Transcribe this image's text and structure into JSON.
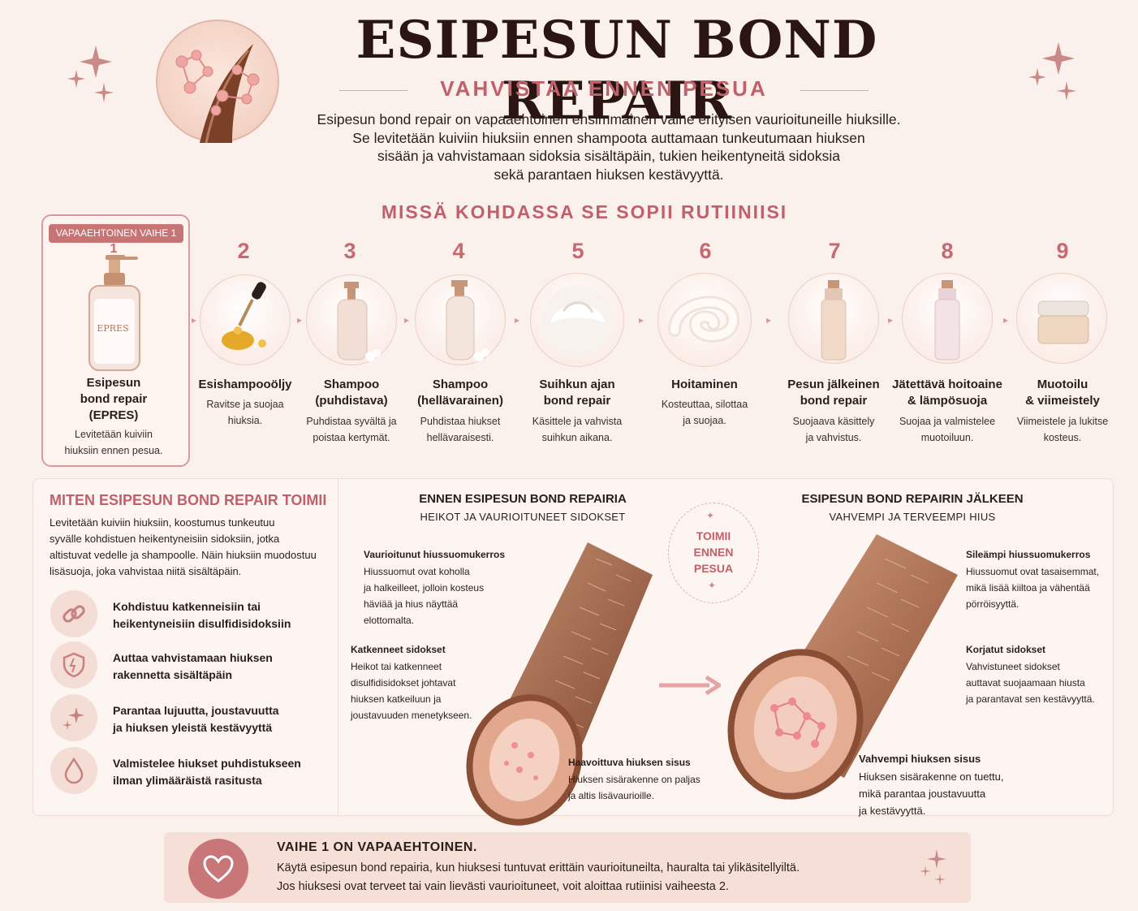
{
  "header": {
    "title": "ESIPESUN BOND REPAIR",
    "subtitle": "VAHVISTAA ENNEN PESUA",
    "intro_lines": [
      "Esipesun bond repair on vapaaehtoinen ensimmäinen vaihe erityisen vaurioituneille hiuksille.",
      "Se levitetään kuiviin hiuksiin ennen shampoota auttamaan tunkeutumaan hiuksen",
      "sisään ja vahvistamaan sidoksia sisältäpäin, tukien heikentyneitä sidoksia",
      "sekä parantaen hiuksen kestävyyttä."
    ]
  },
  "routine": {
    "title": "MISSÄ KOHDASSA SE SOPII RUTIINIISI",
    "optional_badge": "VAPAAEHTOINEN VAIHE 1",
    "product_label": "EPRES",
    "steps": [
      {
        "num": "1",
        "name_lines": [
          "Esipesun",
          "bond repair",
          "(EPRES)"
        ],
        "desc_lines": [
          "Levitetään kuiviin",
          "hiuksiin ennen pesua."
        ],
        "icon": "epres-bottle-icon"
      },
      {
        "num": "2",
        "name_lines": [
          "Esishampooöljy"
        ],
        "desc_lines": [
          "Ravitse ja suojaa",
          "hiuksia."
        ],
        "icon": "oil-dropper-icon"
      },
      {
        "num": "3",
        "name_lines": [
          "Shampoo",
          "(puhdistava)"
        ],
        "desc_lines": [
          "Puhdistaa syvältä ja",
          "poistaa kertymät."
        ],
        "icon": "shampoo-bottle-icon"
      },
      {
        "num": "4",
        "name_lines": [
          "Shampoo",
          "(hellävarainen)"
        ],
        "desc_lines": [
          "Puhdistaa hiukset",
          "hellävaraisesti."
        ],
        "icon": "gentle-shampoo-icon"
      },
      {
        "num": "5",
        "name_lines": [
          "Suihkun ajan",
          "bond repair"
        ],
        "desc_lines": [
          "Käsittele ja vahvista",
          "suihkun aikana."
        ],
        "icon": "cream-icon"
      },
      {
        "num": "6",
        "name_lines": [
          "Hoitaminen"
        ],
        "desc_lines": [
          "Kosteuttaa, silottaa",
          "ja suojaa."
        ],
        "icon": "conditioner-swirl-icon"
      },
      {
        "num": "7",
        "name_lines": [
          "Pesun jälkeinen",
          "bond repair"
        ],
        "desc_lines": [
          "Suojaava käsittely",
          "ja vahvistus."
        ],
        "icon": "spray-bottle-icon"
      },
      {
        "num": "8",
        "name_lines": [
          "Jätettävä hoitoaine",
          "& lämpösuoja"
        ],
        "desc_lines": [
          "Suojaa ja valmistelee",
          "muotoiluun."
        ],
        "icon": "leave-in-spray-icon"
      },
      {
        "num": "9",
        "name_lines": [
          "Muotoilu",
          "& viimeistely"
        ],
        "desc_lines": [
          "Viimeistele ja lukitse",
          "kosteus."
        ],
        "icon": "styling-jar-icon"
      }
    ]
  },
  "how": {
    "title": "MITEN ESIPESUN BOND REPAIR TOIMII",
    "text_lines": [
      "Levitetään kuiviin hiuksiin, koostumus tunkeutuu",
      "syvälle kohdistuen heikentyneisiin sidoksiin, jotka",
      "altistuvat vedelle ja shampoolle. Näin hiuksiin muodostuu",
      "lisäsuoja, joka vahvistaa niitä sisältäpäin."
    ],
    "features": [
      {
        "icon": "link-icon",
        "lines": [
          "Kohdistuu katkenneisiin tai",
          "heikentyneisiin disulfidisidoksiin"
        ]
      },
      {
        "icon": "shield-icon",
        "lines": [
          "Auttaa vahvistamaan hiuksen",
          "rakennetta sisältäpäin"
        ]
      },
      {
        "icon": "sparkle-icon",
        "lines": [
          "Parantaa lujuutta, joustavuutta",
          "ja hiuksen yleistä kestävyyttä"
        ]
      },
      {
        "icon": "drop-icon",
        "lines": [
          "Valmistelee hiukset puhdistukseen",
          "ilman ylimääräistä rasitusta"
        ]
      }
    ]
  },
  "before": {
    "title": "ENNEN ESIPESUN BOND REPAIRIA",
    "subtitle": "HEIKOT JA VAURIOITUNEET SIDOKSET",
    "labels": [
      {
        "title": "Vaurioitunut hiussuomukerros",
        "lines": [
          "Hiussuomut ovat koholla",
          "ja halkeilleet, jolloin kosteus",
          "häviää ja hius näyttää",
          "elottomalta."
        ]
      },
      {
        "title": "Katkenneet sidokset",
        "lines": [
          "Heikot tai katkenneet",
          "disulfidisidokset johtavat",
          "hiuksen katkeiluun ja",
          "joustavuuden menetykseen."
        ]
      },
      {
        "title": "Haavoittuva hiuksen sisus",
        "lines": [
          "Hiuksen sisärakenne on paljas",
          "ja altis lisävaurioille."
        ]
      }
    ]
  },
  "badge": {
    "lines": [
      "TOIMII",
      "ENNEN",
      "PESUA"
    ]
  },
  "after": {
    "title": "ESIPESUN BOND REPAIRIN JÄLKEEN",
    "subtitle": "VAHVEMPI JA TERVEEMPI HIUS",
    "labels": [
      {
        "title": "Sileämpi hiussuomukerros",
        "lines": [
          "Hiussuomut ovat tasaisemmat,",
          "mikä lisää kiiltoa ja vähentää",
          "pörröisyyttä."
        ]
      },
      {
        "title": "Korjatut sidokset",
        "lines": [
          "Vahvistuneet sidokset",
          "auttavat suojaamaan hiusta",
          "ja parantavat sen kestävyyttä."
        ]
      },
      {
        "title": "Vahvempi hiuksen sisus",
        "lines": [
          "Hiuksen sisärakenne on tuettu,",
          "mikä parantaa joustavuutta",
          "ja kestävyyttä."
        ]
      }
    ]
  },
  "banner": {
    "title": "VAIHE 1 ON VAPAAEHTOINEN.",
    "lines": [
      "Käytä esipesun bond repairia, kun hiuksesi tuntuvat erittäin vaurioituneilta, hauralta tai ylikäsitellyiltä.",
      "Jos hiuksesi ovat terveet tai vain lievästi vaurioituneet, voit aloittaa rutiinisi vaiheesta 2."
    ]
  },
  "colors": {
    "accent": "#c0606a",
    "accent_soft": "#d99a9c",
    "background": "#fbf1ec",
    "hair": "#a8664a"
  }
}
